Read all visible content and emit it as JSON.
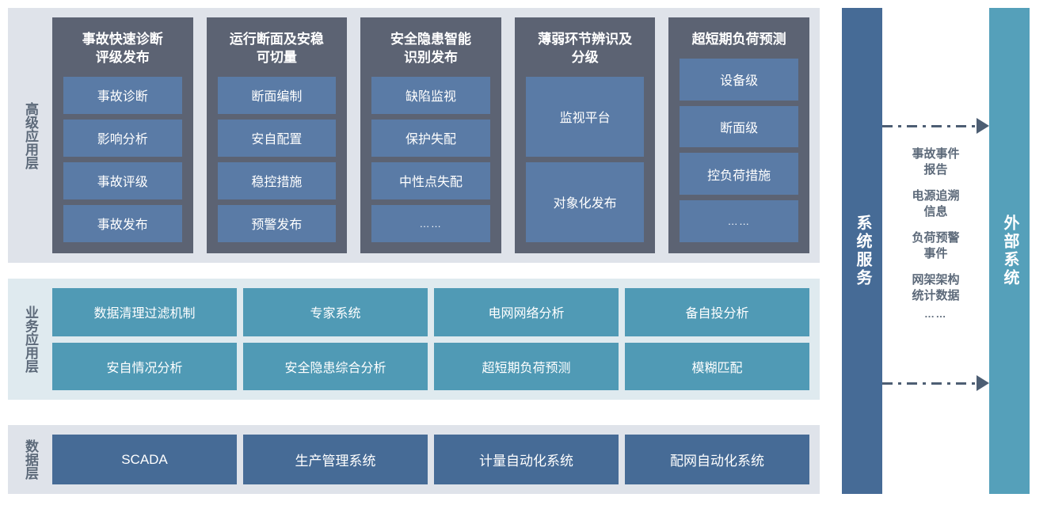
{
  "layers": [
    {
      "id": "advanced-application-layer",
      "label": "高级应用层",
      "groups": [
        {
          "title": "事故快速诊断\n评级发布",
          "items": [
            "事故诊断",
            "影响分析",
            "事故评级",
            "事故发布"
          ]
        },
        {
          "title": "运行断面及安稳\n可切量",
          "items": [
            "断面编制",
            "安自配置",
            "稳控措施",
            "预警发布"
          ]
        },
        {
          "title": "安全隐患智能\n识别发布",
          "items": [
            "缺陷监视",
            "保护失配",
            "中性点失配",
            "……"
          ]
        },
        {
          "title": "薄弱环节辨识及\n分级",
          "items": [
            "监视平台",
            "对象化发布"
          ]
        },
        {
          "title": "超短期负荷预测",
          "items": [
            "设备级",
            "断面级",
            "控负荷措施",
            "……"
          ]
        }
      ]
    },
    {
      "id": "business-application-layer",
      "label": "业务应用层",
      "rows": [
        [
          "数据清理过滤机制",
          "专家系统",
          "电网网络分析",
          "备自投分析"
        ],
        [
          "安自情况分析",
          "安全隐患综合分析",
          "超短期负荷预测",
          "模糊匹配"
        ]
      ]
    },
    {
      "id": "data-layer",
      "label": "数据层",
      "items": [
        "SCADA",
        "生产管理系统",
        "计量自动化系统",
        "配网自动化系统"
      ]
    }
  ],
  "right": {
    "system_service": {
      "label": "系统服务"
    },
    "external_system": {
      "label": "外部系统"
    },
    "flow_labels": [
      "事故事件\n报告",
      "电源追溯\n信息",
      "负荷预警\n事件",
      "网架架构\n统计数据",
      "……"
    ],
    "arrows": [
      {
        "name": "flow-arrow-top",
        "direction": "right"
      },
      {
        "name": "flow-arrow-bottom",
        "direction": "right"
      }
    ]
  },
  "colors": {
    "panel_grey": "#dfe3ea",
    "panel_blue_tint": "#dfeaef",
    "group_card": "#5c6373",
    "group_item": "#5a7ba6",
    "business_item": "#509ab5",
    "data_item": "#466b96",
    "system_service": "#466b96",
    "external_system": "#55a0ba",
    "arrow": "#4d5e73",
    "label_text": "#5d6a7a"
  }
}
